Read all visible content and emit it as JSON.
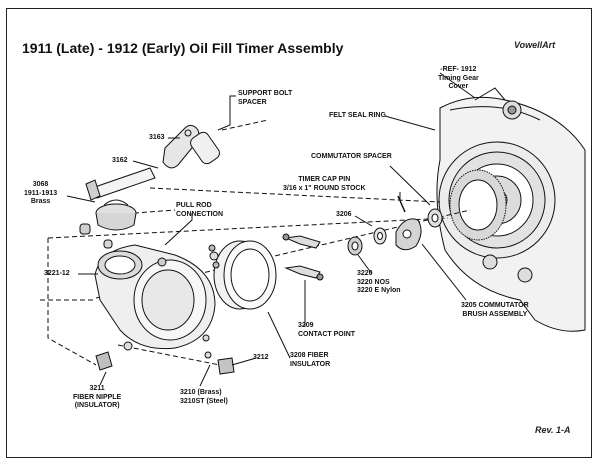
{
  "title": "1911 (Late) - 1912 (Early) Oil Fill Timer Assembly",
  "brand": "VowellArt",
  "revision": "Rev. 1-A",
  "labels": {
    "ref_line1": "-REF- 1912",
    "ref_line2": "Timing Gear",
    "ref_line3": "Cover",
    "support_line1": "SUPPORT BOLT",
    "support_line2": "SPACER",
    "felt_seal": "FELT SEAL RING",
    "p3163": "3163",
    "p3162": "3162",
    "commutator_spacer": "COMMUTATOR SPACER",
    "timer_pin_line1": "TIMER CAP PIN",
    "timer_pin_line2": "3/16 x 1\" ROUND STOCK",
    "p3068_line1": "3068",
    "p3068_line2": "1911-1913",
    "p3068_line3": "Brass",
    "pull_rod_line1": "PULL ROD",
    "pull_rod_line2": "CONNECTION",
    "p3206": "3206",
    "p3221": "3221-12",
    "p3220_line1": "3220",
    "p3220_line2": "3220 NOS",
    "p3220_line3": "3220 E Nylon",
    "p3205_line1": "3205 COMMUTATOR",
    "p3205_line2": "BRUSH ASSEMBLY",
    "p3209_line1": "3209",
    "p3209_line2": "CONTACT POINT",
    "p3212": "3212",
    "p3208_line1": "3208 FIBER",
    "p3208_line2": "INSULATOR",
    "p3211_line1": "3211",
    "p3211_line2": "FIBER NIPPLE",
    "p3211_line3": "(INSULATOR)",
    "p3210_line1": "3210 (Brass)",
    "p3210_line2": "3210ST (Steel)"
  }
}
